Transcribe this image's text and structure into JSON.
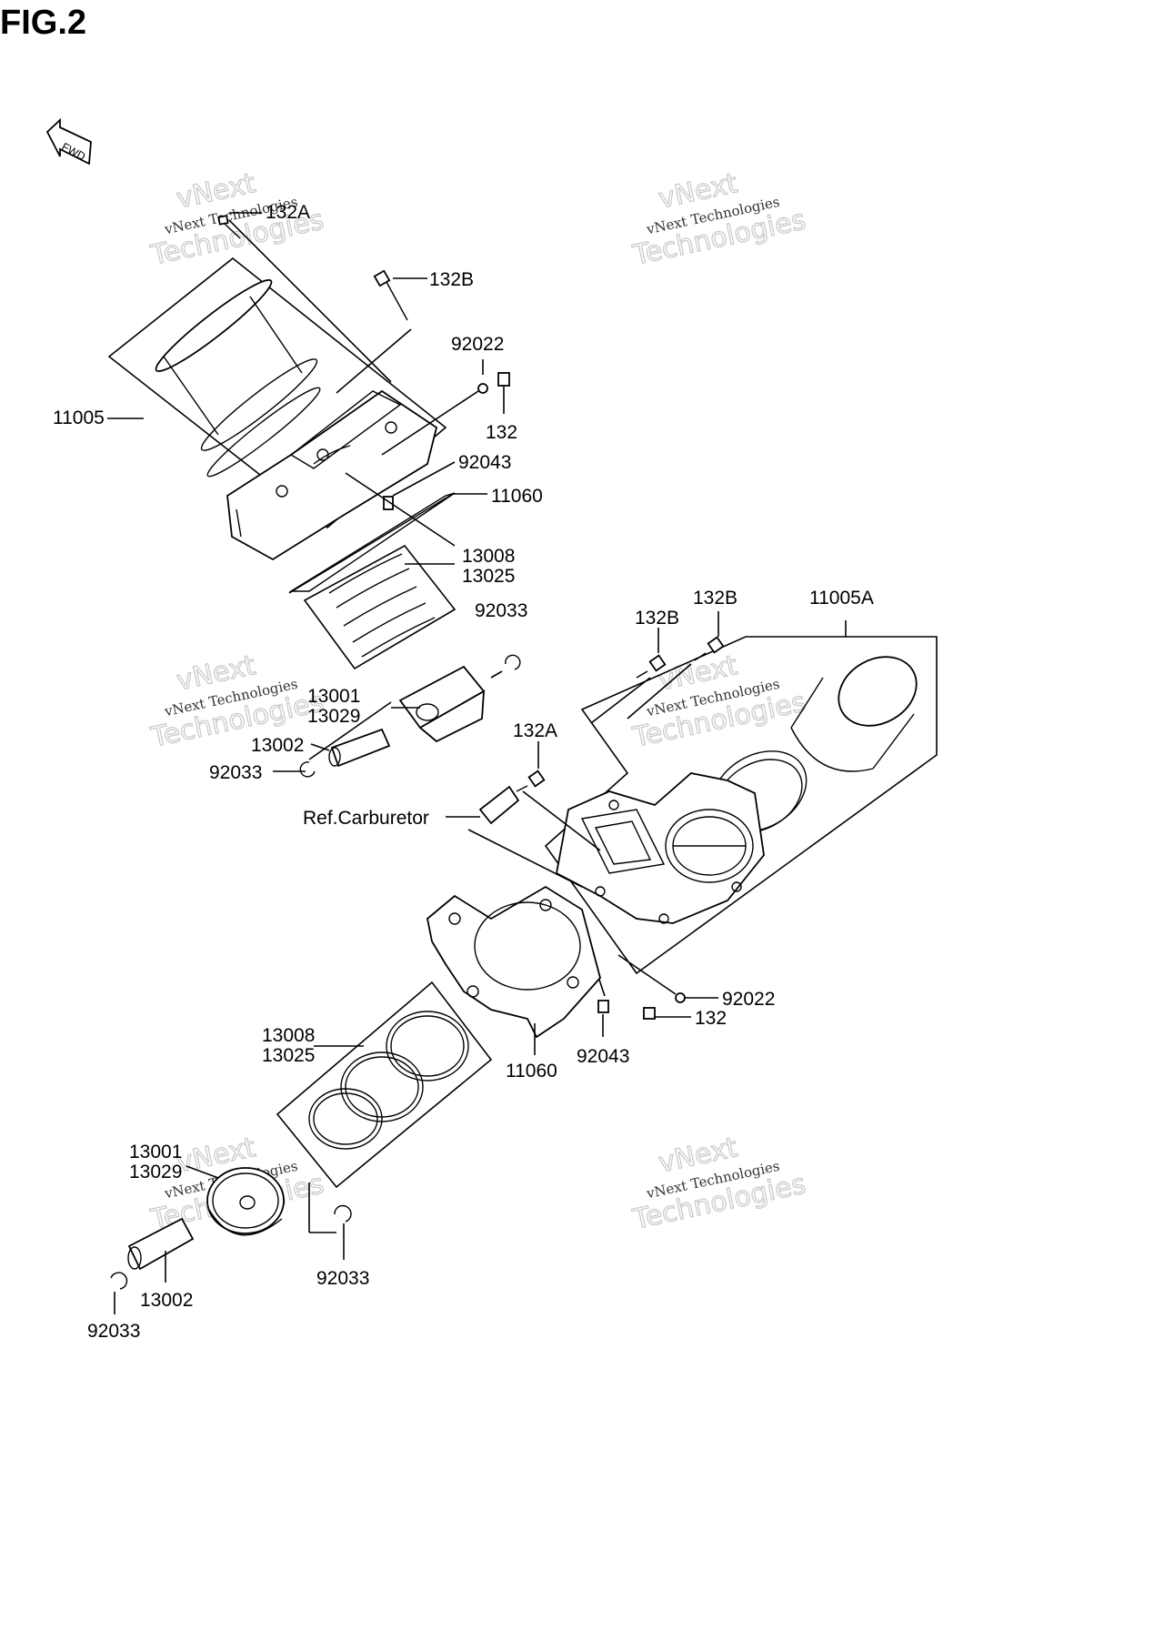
{
  "figure": {
    "title": "FIG.2"
  },
  "fwd_badge": {
    "text": "FWD"
  },
  "watermark": {
    "line1": "vNext Technologies",
    "line2": "vNext",
    "line3": "Technologies"
  },
  "labels": {
    "top_132a": "132A",
    "top_132b": "132B",
    "top_92022": "92022",
    "top_132": "132",
    "top_11005": "11005",
    "top_92043": "92043",
    "top_11060": "11060",
    "top_13008": "13008",
    "top_13025": "13025",
    "top_92033_r": "92033",
    "top_13001": "13001",
    "top_13029": "13029",
    "top_13002": "13002",
    "top_92033_l": "92033",
    "ref_carburetor": "Ref.Carburetor",
    "mid_132a": "132A",
    "mid_132b_1": "132B",
    "mid_132b_2": "132B",
    "mid_11005a": "11005A",
    "mid_92022": "92022",
    "mid_132": "132",
    "mid_92043": "92043",
    "mid_11060": "11060",
    "bot_13008": "13008",
    "bot_13025": "13025",
    "bot_13001": "13001",
    "bot_13029": "13029",
    "bot_92033_r": "92033",
    "bot_13002": "13002",
    "bot_92033_l": "92033"
  }
}
